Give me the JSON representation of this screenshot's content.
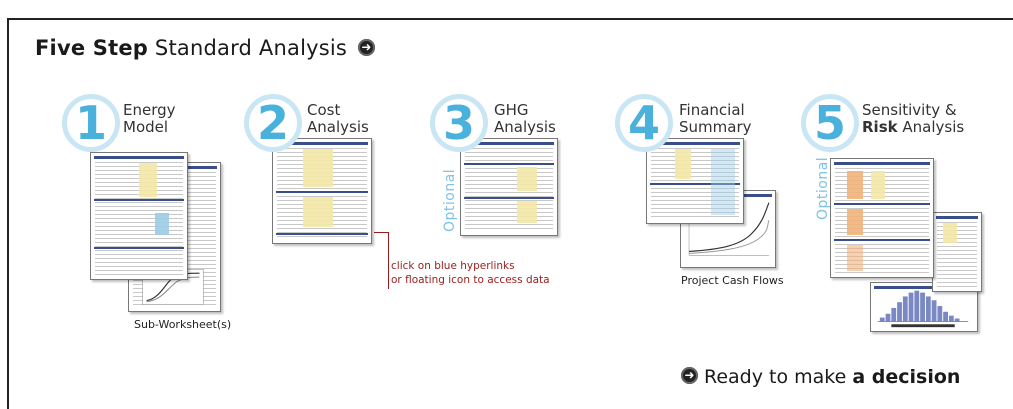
{
  "title": {
    "bold": "Five Step",
    "rest": "Standard Analysis"
  },
  "steps": [
    {
      "number": "1",
      "line1": "Energy",
      "line2": "Model"
    },
    {
      "number": "2",
      "line1": "Cost",
      "line2": "Analysis"
    },
    {
      "number": "3",
      "line1": "GHG",
      "line2": "Analysis"
    },
    {
      "number": "4",
      "line1": "Financial",
      "line2": "Summary"
    },
    {
      "number": "5",
      "line1": "Sensitivity &",
      "line2_bold": "Risk",
      "line2": "Analysis"
    }
  ],
  "optional_label": "Optional",
  "captions": {
    "sub_worksheets": "Sub-Worksheet(s)",
    "cash_flows": "Project Cash Flows"
  },
  "note": {
    "line1": "click on blue hyperlinks",
    "line2": "or floating icon to access data"
  },
  "decision": {
    "prefix": "Ready to make",
    "bold": "a decision"
  },
  "colors": {
    "accent_blue": "#4ab0dc",
    "circle_ring": "#c9e6f4",
    "note_red": "#9b1c1c",
    "header_band": "#3a4f8a"
  },
  "icons": {
    "go": "arrow-circle-icon"
  }
}
